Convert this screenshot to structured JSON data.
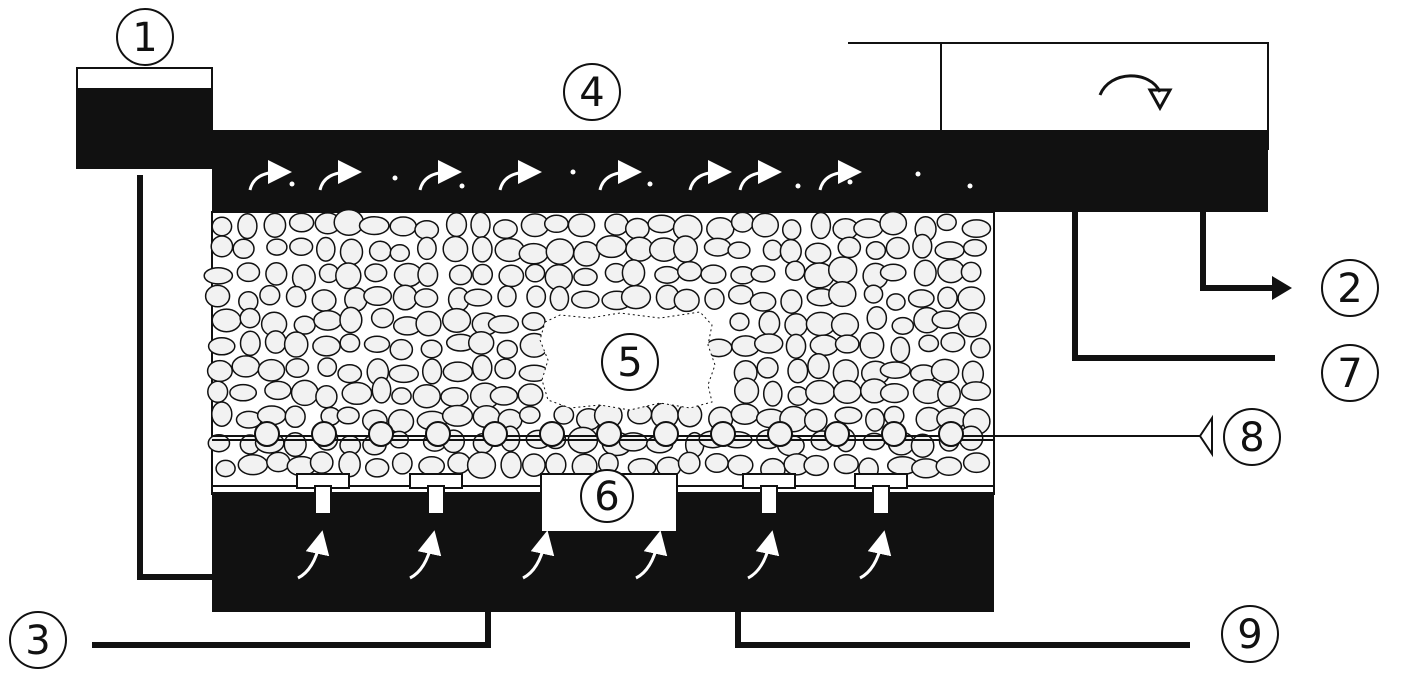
{
  "labels": {
    "l1": "1",
    "l2": "2",
    "l3": "3",
    "l4": "4",
    "l5": "5",
    "l6": "6",
    "l7": "7",
    "l8": "8",
    "l9": "9"
  },
  "colors": {
    "ink": "#111111",
    "paper": "#ffffff",
    "gravel_fill": "#f2f2f2"
  }
}
